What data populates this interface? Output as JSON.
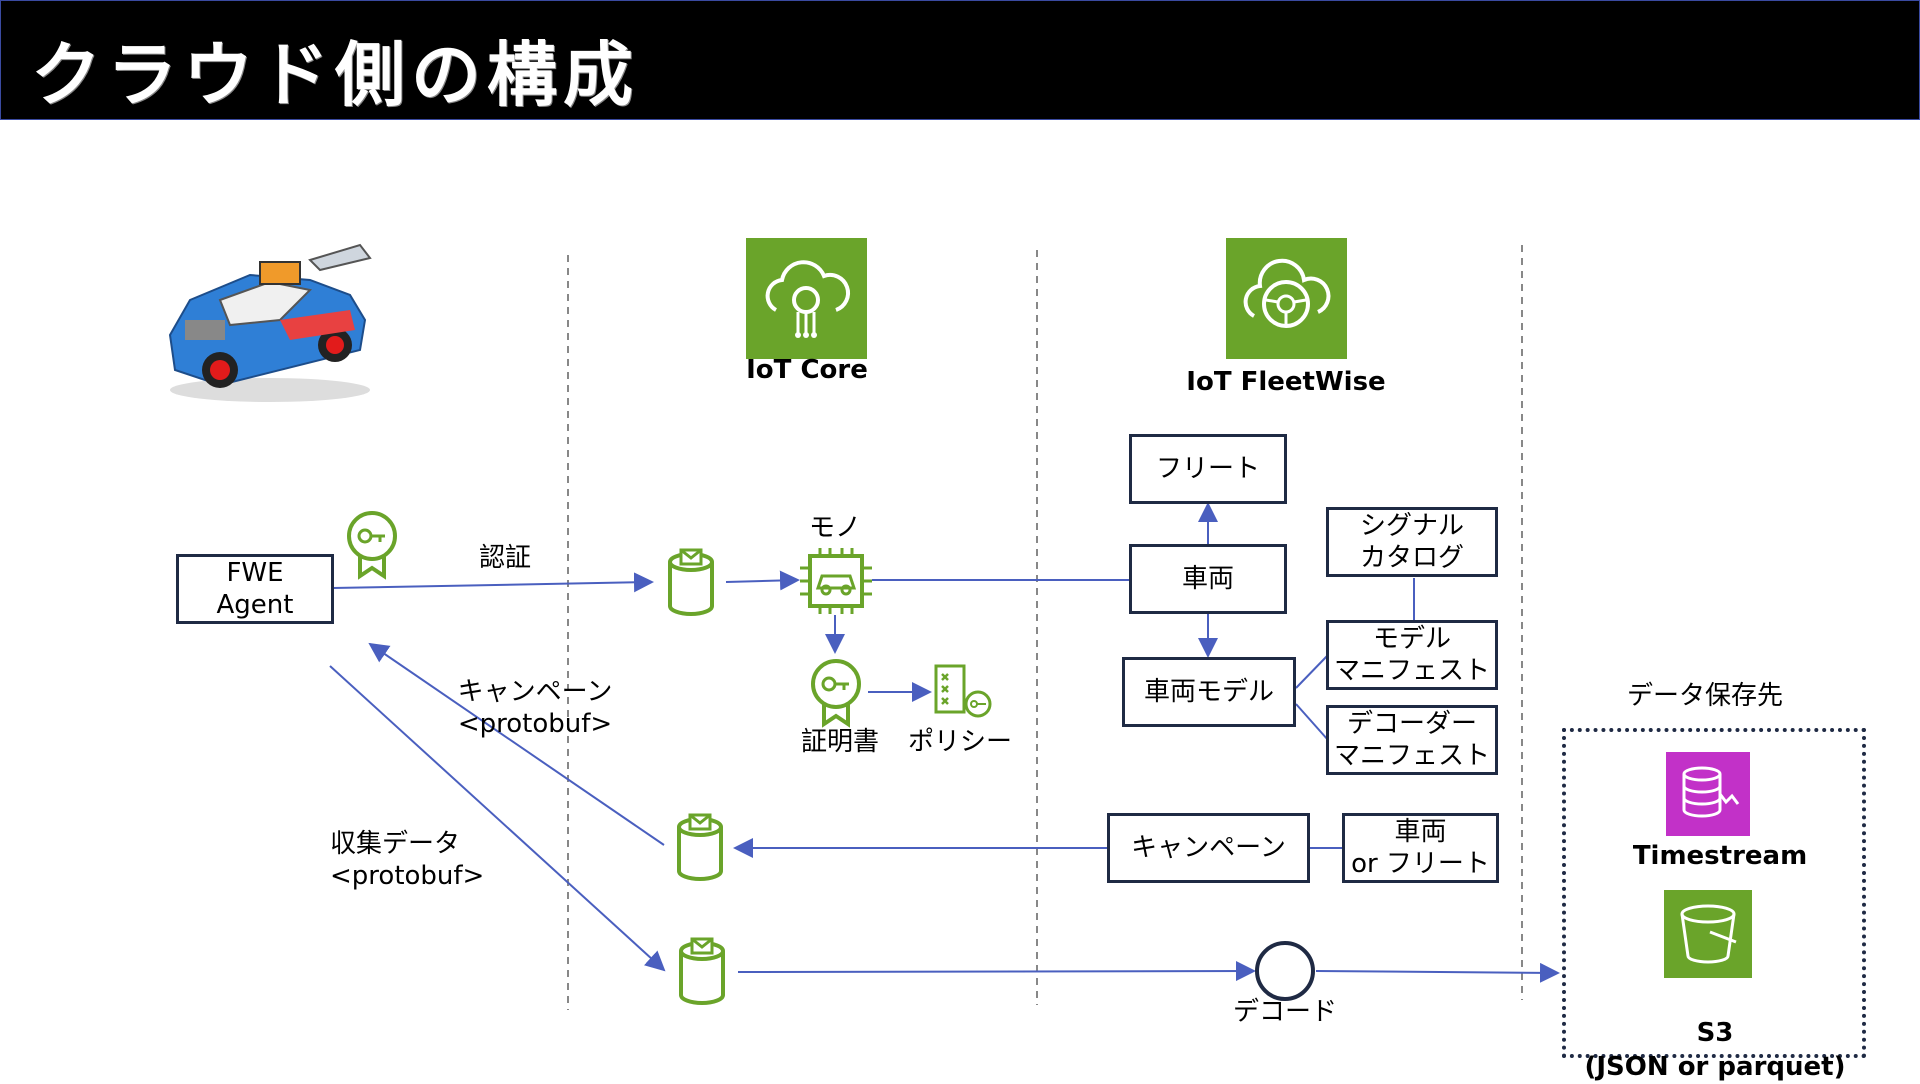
{
  "title": "クラウド側の構成",
  "services": {
    "iot_core": "IoT Core",
    "iot_fleetwise": "IoT FleetWise"
  },
  "agent": "FWE\nAgent",
  "labels": {
    "auth": "認証",
    "campaign_protobuf": "キャンペーン\n<protobuf>",
    "collected_protobuf": "収集データ\n<protobuf>",
    "thing": "モノ",
    "certificate": "証明書",
    "policy": "ポリシー",
    "decode": "デコード",
    "destination_title": "データ保存先"
  },
  "fleetwise_boxes": {
    "fleet": "フリート",
    "vehicle": "車両",
    "vehicle_model": "車両モデル",
    "signal_catalog": "シグナル\nカタログ",
    "model_manifest": "モデル\nマニフェスト",
    "decoder_manifest": "デコーダー\nマニフェスト",
    "campaign": "キャンペーン",
    "vehicle_or_fleet": "車両\nor フリート"
  },
  "destinations": {
    "timestream": "Timestream",
    "s3": "S3\n(JSON or parquet)"
  },
  "colors": {
    "iot_green": "#6aa42a",
    "timestream_magenta": "#c231c8",
    "arrow_blue": "#4a5fbf",
    "box_border": "#1f2a44"
  }
}
